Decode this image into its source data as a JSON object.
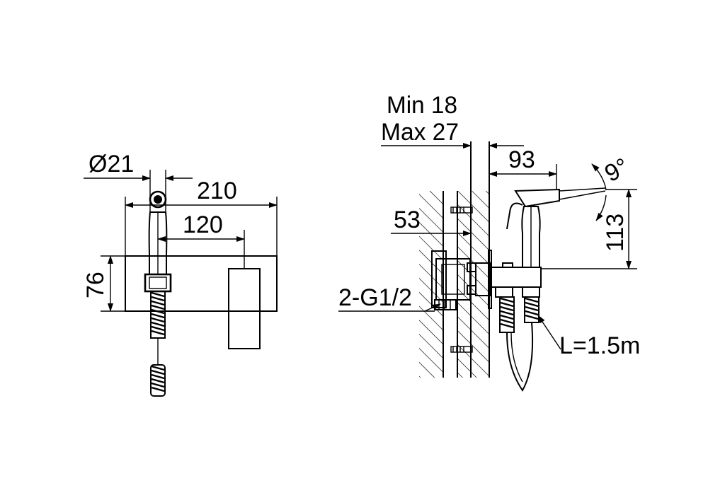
{
  "front_view": {
    "diameter_label": "Ø21",
    "width_label": "210",
    "spacing_label": "120",
    "height_label": "76"
  },
  "side_view": {
    "wall_min_label": "Min 18",
    "wall_max_label": "Max 27",
    "projection_label": "93",
    "angle_label": "9°",
    "spray_height_label": "113",
    "depth_label": "53",
    "connection_label": "2-G1/2",
    "hose_length_label": "L=1.5m"
  }
}
